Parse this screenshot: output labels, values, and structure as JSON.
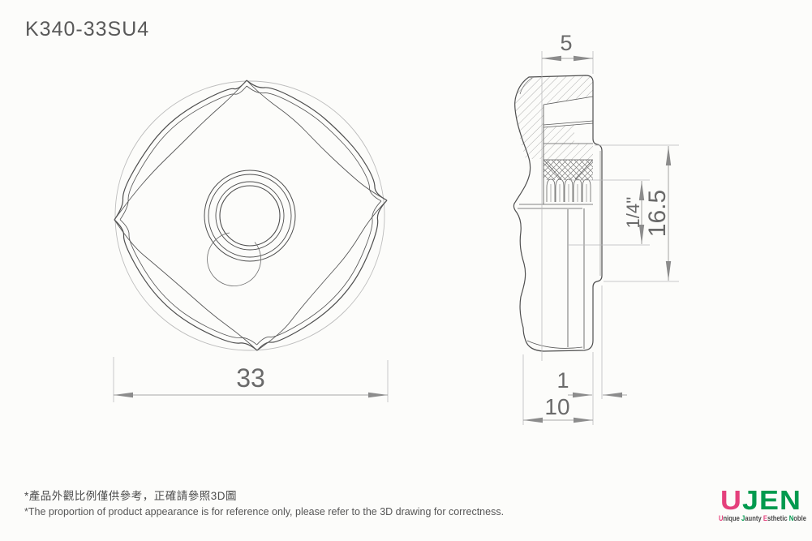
{
  "title": "K340-33SU4",
  "front_view": {
    "width_dim": "33"
  },
  "side_view": {
    "width_dim": "5",
    "thread_dim": "1/4''",
    "hub_height_dim": "16.5",
    "boss_dim": "1",
    "depth_dim": "10"
  },
  "notes": {
    "zh": "*產品外觀比例僅供參考，正確請參照3D圖",
    "en": "*The proportion of product appearance is for reference only, please refer to the 3D drawing for correctness."
  },
  "logo": {
    "name_u": "U",
    "name_jen": "JEN",
    "tagline": [
      {
        "first": "U",
        "rest": "nique"
      },
      {
        "first": "J",
        "rest": "aunty"
      },
      {
        "first": "E",
        "rest": "sthetic"
      },
      {
        "first": "N",
        "rest": "oble"
      }
    ]
  },
  "colors": {
    "logo_pink": "#e5407c",
    "logo_green": "#009a4e",
    "drawing_line": "#4f4f4f",
    "dimension": "#8c8c8c"
  }
}
